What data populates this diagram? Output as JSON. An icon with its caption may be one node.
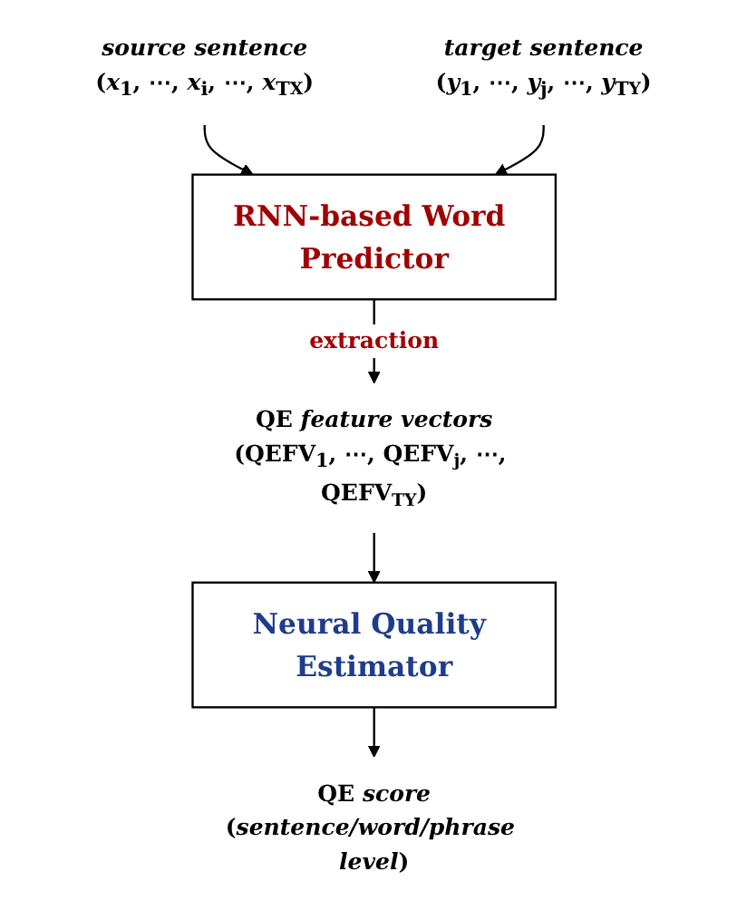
{
  "diagram": {
    "nodes": [
      {
        "text": [
          "source sentence",
          "(*x*$_{1}$, ⋯, *x*$_{i}$, ⋯, *x*$_{T}$$_{X}$)"
        ]
      },
      {
        "text": [
          "target sentence",
          "(*y*$_{1}$, ⋯, *y*$_{j}$, ⋯, *y*$_{T}$$_{Y}$)"
        ]
      },
      {
        "text": [
          "RNN-based Word Predictor"
        ]
      },
      {
        "text": [
          "QE *feature vectors*",
          "(QEFV$_{1}$, ⋯, QEFV$_{j}$, ⋯, QEFV$_{T}$$_{Y}$)"
        ]
      },
      {
        "text": [
          "Neural Quality Estimator"
        ]
      },
      {
        "text": [
          "QE *score*",
          "(*sentence/word/phrase level*)"
        ]
      }
    ],
    "edges": [
      {
        "from": 0,
        "to": 2,
        "arrow": "to"
      },
      {
        "from": 1,
        "to": 2,
        "arrow": "to"
      },
      {
        "from": 2,
        "to": 3,
        "arrow": "to",
        "label": "extraction"
      },
      {
        "from": 3,
        "to": 4,
        "arrow": "to"
      },
      {
        "from": 4,
        "to": 5,
        "arrow": "to"
      }
    ]
  }
}
